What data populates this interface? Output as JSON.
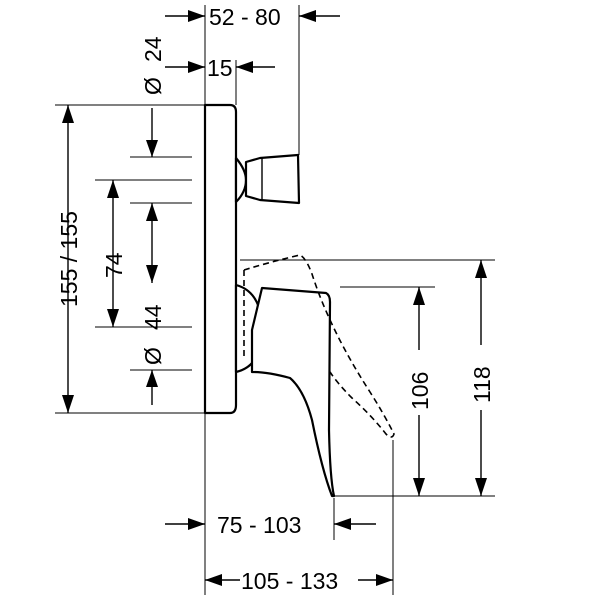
{
  "dimensions": {
    "top_width": "52 - 80",
    "top_gap": "15",
    "diameter_upper": "24",
    "diameter_lower": "44",
    "plate_height": "155 / 155",
    "mid_spacing": "74",
    "lever_height": "106",
    "overall_height": "118",
    "lever_depth": "75 - 103",
    "overall_depth": "105 - 133"
  },
  "symbols": {
    "diameter_symbol": "Ø"
  }
}
